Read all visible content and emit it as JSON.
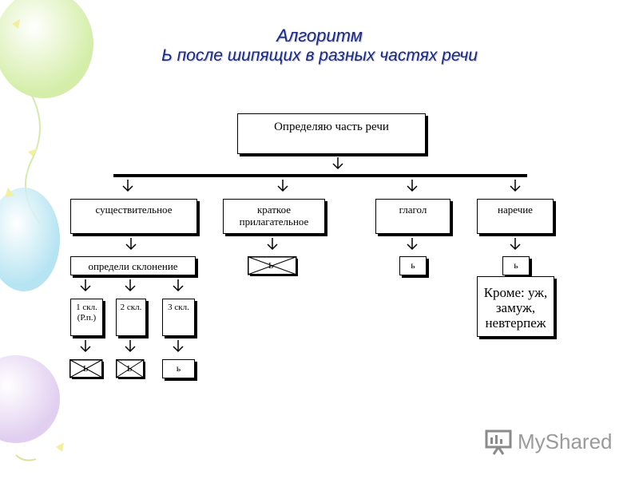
{
  "title": {
    "line1": "Алгоритм",
    "line2": "Ь после шипящих в разных частях речи"
  },
  "root": {
    "label": "Определяю часть речи"
  },
  "categories": {
    "noun": "существительное",
    "short_adj": "краткое прилагательное",
    "verb": "глагол",
    "adverb": "наречие"
  },
  "declension_box": {
    "label": "определи склонение"
  },
  "declensions": {
    "d1": "1 скл. (Р.п.)",
    "d2": "2 скл.",
    "d3": "3 скл."
  },
  "results": {
    "soft_sign": "ь",
    "hard_sign": "Ь"
  },
  "exceptions": {
    "label": "Кроме: уж, замуж, невтерпеж"
  },
  "brand": {
    "name": "MyShared"
  }
}
